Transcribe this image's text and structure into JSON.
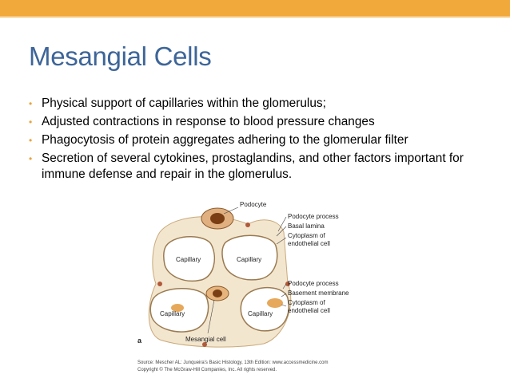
{
  "slide": {
    "accent_color": "#f2a93b",
    "title_color": "#3d6598",
    "title": "Mesangial Cells",
    "bullets": [
      "Physical support of capillaries within the glomerulus;",
      "Adjusted contractions in response to blood pressure changes",
      "Phagocytosis of protein aggregates adhering to the glomerular filter",
      "Secretion of several cytokines, prostaglandins, and other factors important for immune defense and repair in the glomerulus."
    ]
  },
  "figure": {
    "labels": {
      "podocyte": "Podocyte",
      "podocyte_process_1": "Podocyte process",
      "basal_lamina": "Basal lamina",
      "cytoplasm_1a": "Cytoplasm of",
      "cytoplasm_1b": "endothelial cell",
      "capillary_tl": "Capillary",
      "capillary_tr": "Capillary",
      "capillary_bl": "Capillary",
      "capillary_br": "Capillary",
      "podocyte_process_2": "Podocyte process",
      "basement_membrane": "Basement membrane",
      "cytoplasm_2a": "Cytoplasm of",
      "cytoplasm_2b": "endothelial cell",
      "mesangial_cell": "Mesangial cell",
      "panel_letter": "a"
    },
    "source_line_1": "Source: Mescher AL: Junqueira's Basic Histology, 13th Edition: www.accessmedicine.com",
    "source_line_2": "Copyright © The McGraw-Hill Companies, Inc. All rights reserved."
  }
}
